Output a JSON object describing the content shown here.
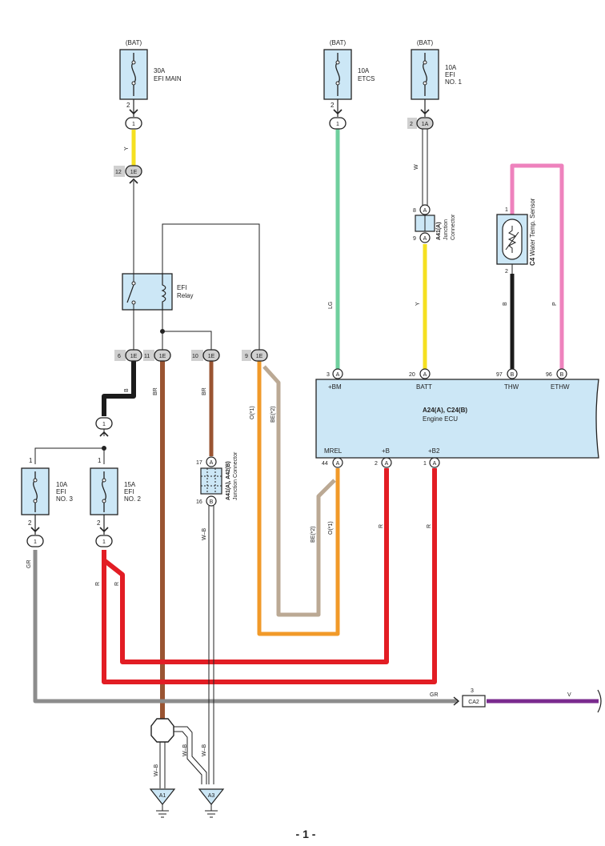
{
  "labels": {
    "bat": "(BAT)",
    "fuse_efi_main_rating": "30A",
    "fuse_efi_main_name": "EFI MAIN",
    "fuse_etcs_rating": "10A",
    "fuse_etcs_name": "ETCS",
    "fuse_efi_no1_rating": "10A",
    "fuse_efi_no1_name1": "EFI",
    "fuse_efi_no1_name2": "NO. 1",
    "fuse_efi_no3_rating": "10A",
    "fuse_efi_no3_name1": "EFI",
    "fuse_efi_no3_name2": "NO. 3",
    "fuse_efi_no2_rating": "15A",
    "fuse_efi_no2_name1": "EFI",
    "fuse_efi_no2_name2": "NO. 2",
    "relay_name1": "EFI",
    "relay_name2": "Relay",
    "jc_a41": "A41(A)",
    "jc_junction": "Junction",
    "jc_connector": "Connector",
    "jc_a41_a42": "A41(A), A42(B)",
    "jc_junction_connector": "Junction Connector",
    "sensor_id": "C4",
    "sensor_name": "Water Temp. Sensor",
    "ecu_id": "A24(A), C24(B)",
    "ecu_name": "Engine ECU",
    "ca2": "CA2",
    "ground_a1": "A1",
    "ground_a3": "A3",
    "page_number": "- 1 -"
  },
  "pins": {
    "p1": "1",
    "p2": "2",
    "p3": "3",
    "p6": "6",
    "p8": "8",
    "p9": "9",
    "p10": "10",
    "p11": "11",
    "p12": "12",
    "p16": "16",
    "p17": "17",
    "p20": "20",
    "p44": "44",
    "p96": "96",
    "p97": "97",
    "c1": "1",
    "c1e": "1E",
    "c1a": "1A",
    "ca": "A",
    "cb": "B"
  },
  "ecu_pins": {
    "bm": "+BM",
    "batt": "BATT",
    "thw": "THW",
    "ethw": "ETHW",
    "mrel": "MREL",
    "b": "+B",
    "b2": "+B2"
  },
  "wire_colors": {
    "y": "Y",
    "lg": "LG",
    "w": "W",
    "b": "B",
    "p": "P",
    "br": "BR",
    "o1": "O(*1)",
    "be2": "BE(*2)",
    "r": "R",
    "gr": "GR",
    "v": "V",
    "wb": "W–B"
  },
  "colors": {
    "yellow": "#f5e020",
    "light_green": "#6fcf9e",
    "pink": "#ee82bd",
    "black": "#1b1b1b",
    "brown": "#9a5432",
    "orange": "#f19a29",
    "beige": "#bba994",
    "red": "#e21d24",
    "gray": "#8c8c8c",
    "violet": "#7a2b8e",
    "component_fill": "#cce7f6"
  }
}
